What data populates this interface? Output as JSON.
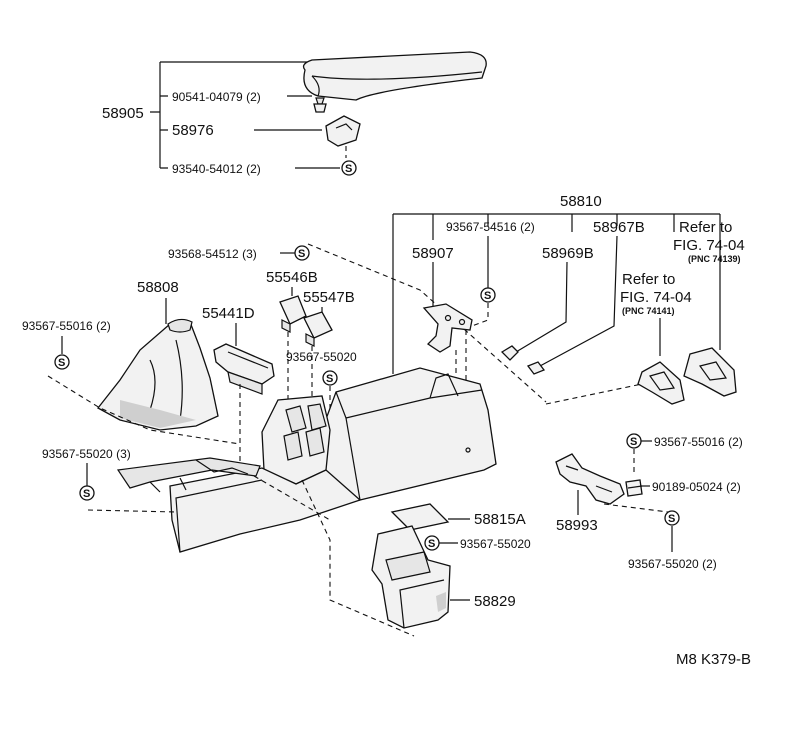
{
  "callouts": {
    "assy_58905": "58905",
    "bolt_90541": "90541-04079 (2)",
    "hinge_58976": "58976",
    "screw_93540": "93540-54012 (2)",
    "box_58810": "58810",
    "screw_93568": "93568-54512 (3)",
    "bracket_58907": "58907",
    "screw_93567_54516": "93567-54516 (2)",
    "clip_58969b": "58969B",
    "clip_58967b": "58967B",
    "refer_1_line1": "Refer to",
    "refer_1_line2": "FIG. 74-04",
    "refer_1_pnc": "(PNC 74139)",
    "refer_2_line1": "Refer to",
    "refer_2_line2": "FIG. 74-04",
    "refer_2_pnc": "(PNC 74141)",
    "cover_58808": "58808",
    "screw_93567_55016_left": "93567-55016 (2)",
    "switch_55546b": "55546B",
    "switch_55547b": "55547B",
    "ashtray_55441d": "55441D",
    "screw_93567_55020_mid": "93567-55020",
    "screw_93567_55020_left": "93567-55020 (3)",
    "screw_93567_55016_right": "93567-55016 (2)",
    "nut_90189": "90189-05024 (2)",
    "bracket_58993": "58993",
    "pad_58815a": "58815A",
    "screw_93567_55020_lower": "93567-55020",
    "box_58829": "58829",
    "screw_93567_55020_right": "93567-55020 (2)"
  },
  "screw_symbol": "S",
  "footer_code": "M8  K379-B"
}
